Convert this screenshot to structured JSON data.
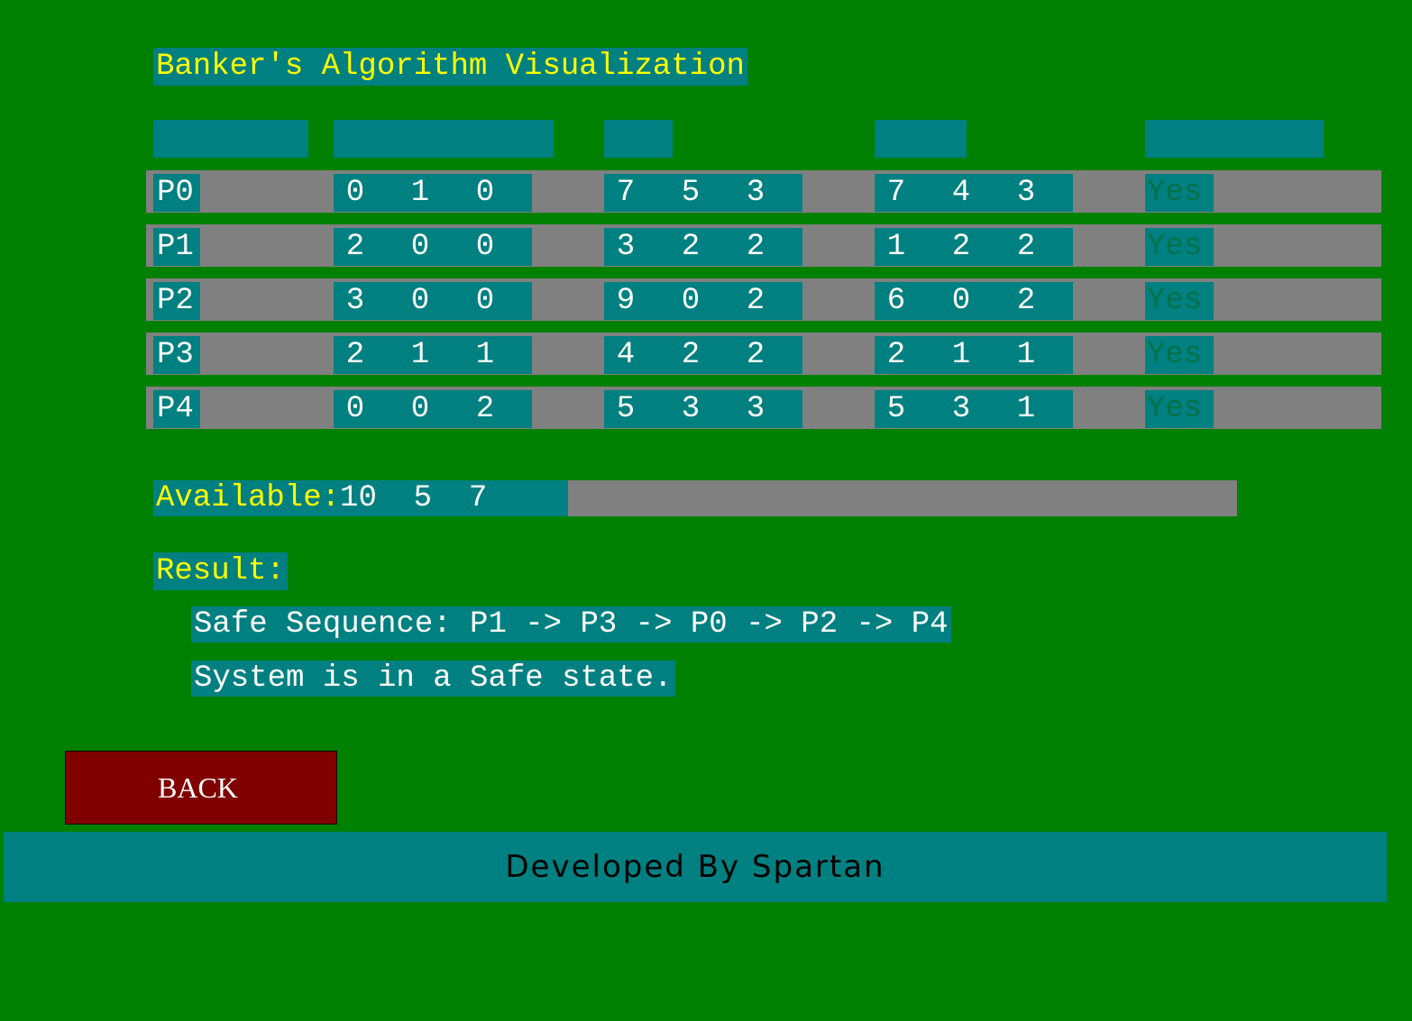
{
  "title": "Banker's Algorithm Visualization",
  "processes": [
    {
      "id": "P0",
      "allocation": [
        "0",
        "1",
        "0"
      ],
      "max": [
        "7",
        "5",
        "3"
      ],
      "need": [
        "7",
        "4",
        "3"
      ],
      "safe": "Yes"
    },
    {
      "id": "P1",
      "allocation": [
        "2",
        "0",
        "0"
      ],
      "max": [
        "3",
        "2",
        "2"
      ],
      "need": [
        "1",
        "2",
        "2"
      ],
      "safe": "Yes"
    },
    {
      "id": "P2",
      "allocation": [
        "3",
        "0",
        "0"
      ],
      "max": [
        "9",
        "0",
        "2"
      ],
      "need": [
        "6",
        "0",
        "2"
      ],
      "safe": "Yes"
    },
    {
      "id": "P3",
      "allocation": [
        "2",
        "1",
        "1"
      ],
      "max": [
        "4",
        "2",
        "2"
      ],
      "need": [
        "2",
        "1",
        "1"
      ],
      "safe": "Yes"
    },
    {
      "id": "P4",
      "allocation": [
        "0",
        "0",
        "2"
      ],
      "max": [
        "5",
        "3",
        "3"
      ],
      "need": [
        "5",
        "3",
        "1"
      ],
      "safe": "Yes"
    }
  ],
  "available": {
    "label": "Available:",
    "values": "10  5  7"
  },
  "result": {
    "label": "Result:",
    "sequence": "Safe Sequence: P1 -> P3 -> P0 -> P2 -> P4",
    "state": "System is in a Safe state."
  },
  "back_label": "BACK",
  "footer": "Developed By Spartan",
  "colors": {
    "background": "#008000",
    "panel": "#008080",
    "row": "#808080",
    "title_text": "#ffff00",
    "button": "#800000"
  }
}
